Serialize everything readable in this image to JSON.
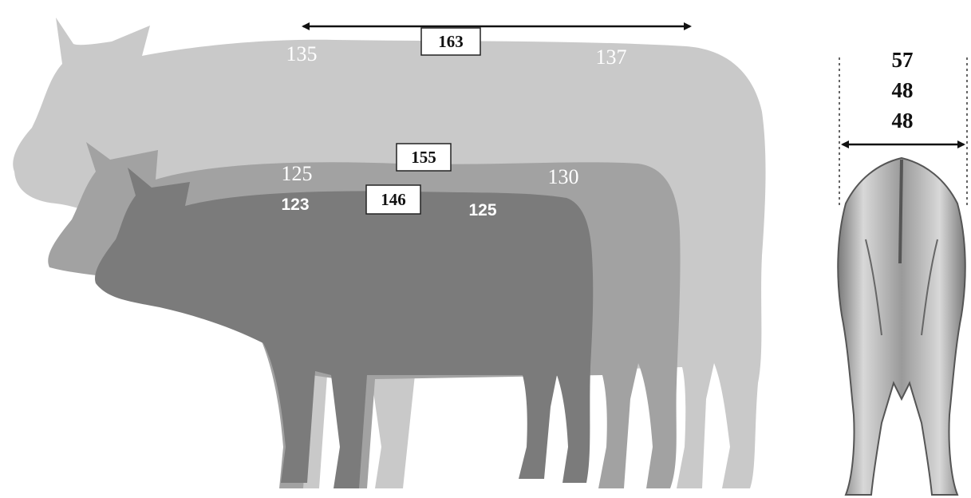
{
  "cows": {
    "large": {
      "withers_height": "135",
      "rump_height": "137",
      "body_length": "163",
      "color": "#c9c9c9"
    },
    "medium": {
      "withers_height": "125",
      "rump_height": "130",
      "body_length": "155",
      "color": "#a2a2a2"
    },
    "small": {
      "withers_height": "123",
      "rump_height": "125",
      "body_length": "146",
      "color": "#7b7b7b"
    }
  },
  "rear_view": {
    "widths": [
      "57",
      "48",
      "48"
    ]
  }
}
